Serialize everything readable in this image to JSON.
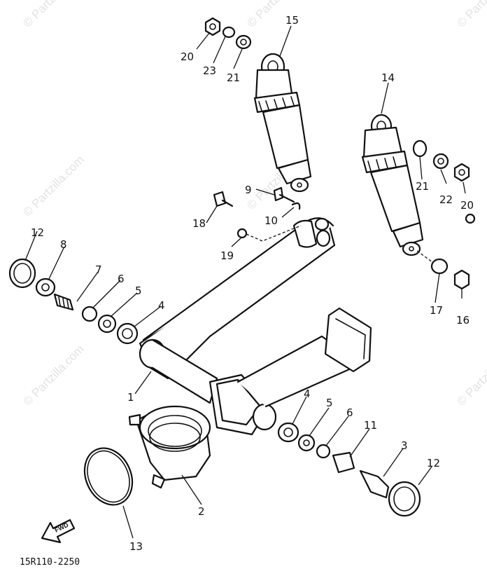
{
  "diagram_code": "15R110-2250",
  "watermark": "© Partzilla.com",
  "fwd_label": "FWD",
  "callouts": {
    "c1": "1",
    "c2": "2",
    "c3": "3",
    "c4a": "4",
    "c4b": "4",
    "c5a": "5",
    "c5b": "5",
    "c6a": "6",
    "c6b": "6",
    "c7": "7",
    "c8": "8",
    "c9": "9",
    "c10": "10",
    "c11": "11",
    "c12a": "12",
    "c12b": "12",
    "c13": "13",
    "c14": "14",
    "c15": "15",
    "c16": "16",
    "c17": "17",
    "c18": "18",
    "c19": "19",
    "c20a": "20",
    "c20b": "20",
    "c21a": "21",
    "c21b": "21",
    "c22": "22",
    "c23": "23"
  }
}
